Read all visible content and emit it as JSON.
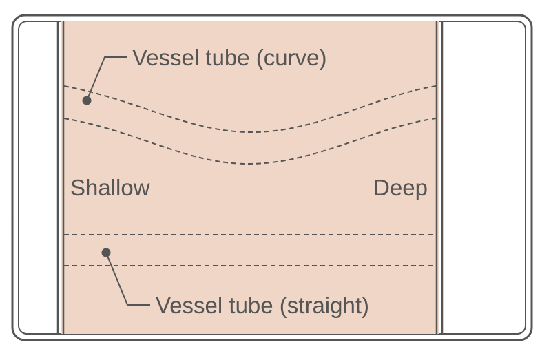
{
  "labels": {
    "vessel_curve": "Vessel tube (curve)",
    "vessel_straight": "Vessel tube (straight)",
    "shallow": "Shallow",
    "deep": "Deep"
  },
  "colors": {
    "phantom_fill": "#efd6c6",
    "outline": "#555555",
    "background": "#ffffff"
  }
}
